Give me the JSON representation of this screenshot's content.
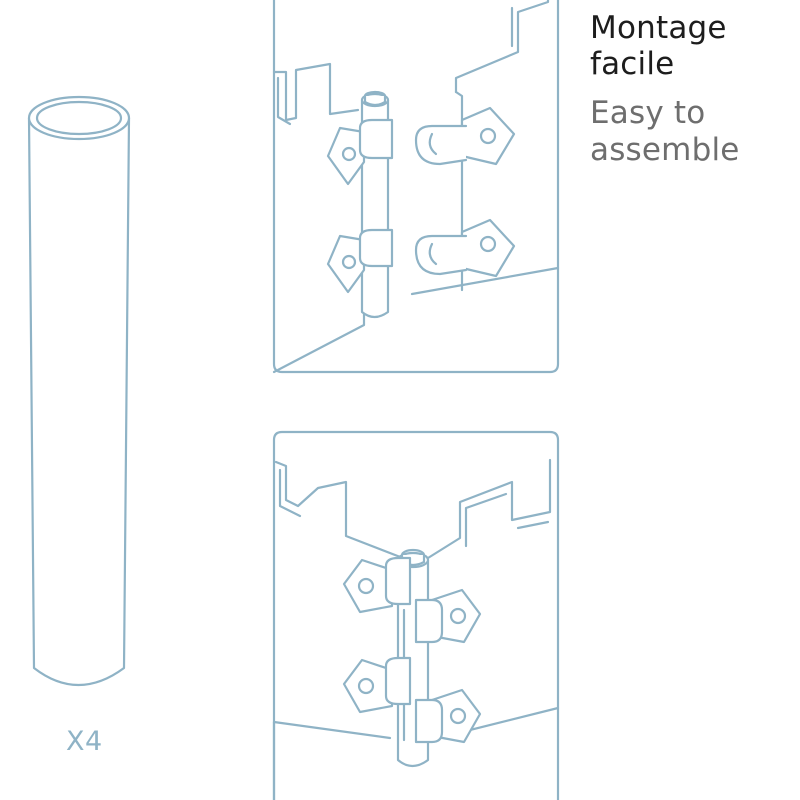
{
  "heading": {
    "french": "Montage facile",
    "english": "Easy to assemble"
  },
  "tube": {
    "quantity_label": "X4"
  },
  "colors": {
    "line": "#8fb3c6",
    "heading_primary": "#1d1d1d",
    "heading_secondary": "#6e6e6e",
    "background": "#ffffff"
  }
}
